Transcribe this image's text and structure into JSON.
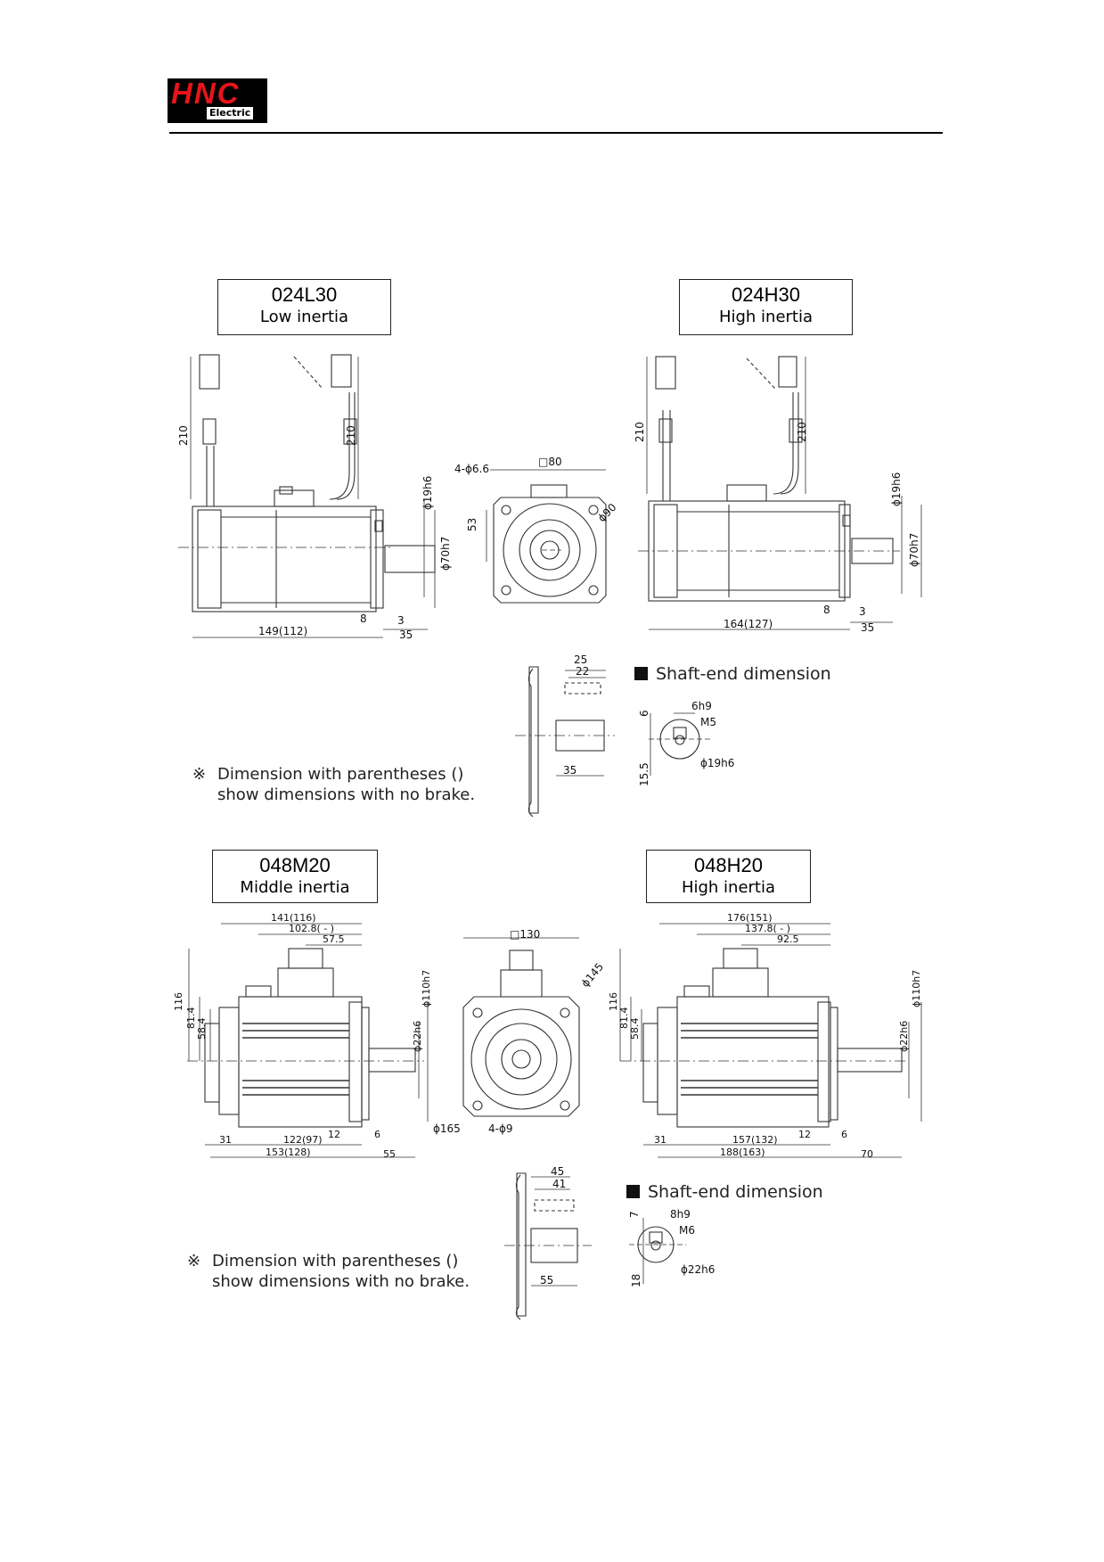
{
  "header": {
    "logo_top": "HNC",
    "logo_bottom": "Electric"
  },
  "sections": [
    {
      "models": [
        {
          "code": "024L30",
          "inertia": "Low inertia"
        },
        {
          "code": "024H30",
          "inertia": "High inertia"
        }
      ],
      "shaft_end_title": "Shaft-end dimension",
      "note_mark": "※",
      "note_lines": [
        "Dimension with parentheses ()",
        "show dimensions with no brake."
      ]
    },
    {
      "models": [
        {
          "code": "048M20",
          "inertia": "Middle inertia"
        },
        {
          "code": "048H20",
          "inertia": "High inertia"
        }
      ],
      "shaft_end_title": "Shaft-end dimension",
      "note_mark": "※",
      "note_lines": [
        "Dimension with parentheses ()",
        "show dimensions with no brake."
      ]
    }
  ],
  "dims": {
    "l30_len": "149(112)",
    "l30_8": "8",
    "l30_3": "3",
    "l30_35": "35",
    "l30_210a": "210",
    "l30_210b": "210",
    "l30_19h6": "ϕ19h6",
    "l30_70h7": "ϕ70h7",
    "f80_sq": "□80",
    "f80_holes": "4-ϕ6.6",
    "f80_53": "53",
    "f80_90": "ϕ90",
    "h30_len": "164(127)",
    "h30_8": "8",
    "h30_3": "3",
    "h30_35": "35",
    "h30_210a": "210",
    "h30_210b": "210",
    "h30_19h6": "ϕ19h6",
    "h30_70h7": "ϕ70h7",
    "s1_25": "25",
    "s1_22": "22",
    "s1_35": "35",
    "s1_6": "6",
    "s1_6h9": "6h9",
    "s1_M5": "M5",
    "s1_155": "15.5",
    "s1_19h6": "ϕ19h6",
    "m20_141": "141(116)",
    "m20_1028": "102.8( - )",
    "m20_575": "57.5",
    "m20_116": "116",
    "m20_814": "81.4",
    "m20_584": "58.4",
    "m20_110h7": "ϕ110h7",
    "m20_22h6": "ϕ22h6",
    "m20_31": "31",
    "m20_122": "122(97)",
    "m20_12": "12",
    "m20_6": "6",
    "m20_153": "153(128)",
    "m20_55": "55",
    "f130_sq": "□130",
    "f130_145": "ϕ145",
    "f130_165": "ϕ165",
    "f130_holes": "4-ϕ9",
    "h20_176": "176(151)",
    "h20_1378": "137.8( - )",
    "h20_925": "92.5",
    "h20_116": "116",
    "h20_814": "81.4",
    "h20_584": "58.4",
    "h20_110h7": "ϕ110h7",
    "h20_22h6": "ϕ22h6",
    "h20_31": "31",
    "h20_157": "157(132)",
    "h20_12": "12",
    "h20_6": "6",
    "h20_188": "188(163)",
    "h20_70": "70",
    "s2_45": "45",
    "s2_41": "41",
    "s2_55": "55",
    "s2_7": "7",
    "s2_8h9": "8h9",
    "s2_M6": "M6",
    "s2_18": "18",
    "s2_22h6": "ϕ22h6"
  }
}
